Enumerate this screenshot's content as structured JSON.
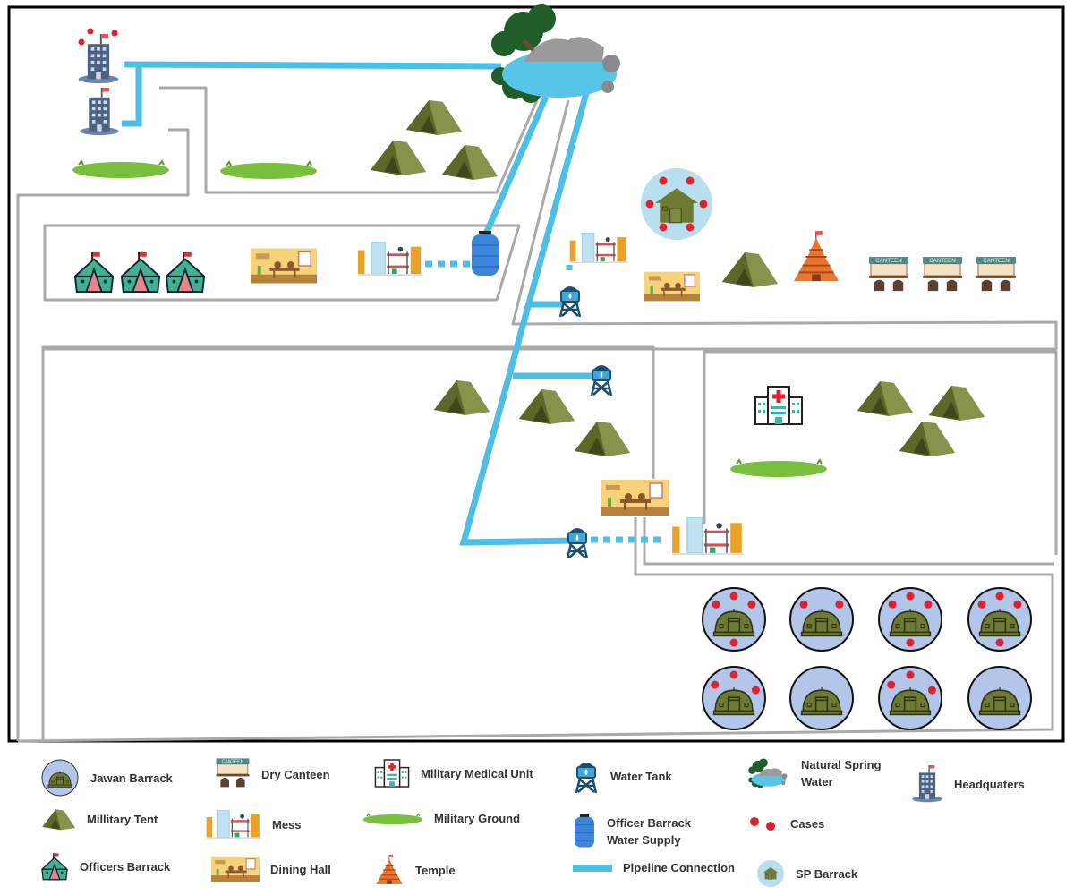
{
  "colors": {
    "pipeline": "#4dbfe6",
    "road": "#a9a9a9",
    "border": "#000000",
    "cases": "#e0222e",
    "barrack_bg": "#b3c6ea",
    "tent": "#6f7a35",
    "officer_tent": "#3fb38f",
    "ground": "#79bf3e",
    "sp_bg": "#b8dff0"
  },
  "canteen_sign": "CANTEEN",
  "map": {
    "jawan_barracks_cases": [
      4,
      2,
      4,
      4,
      3,
      0,
      3,
      0
    ],
    "sp_barrack_cases": 6,
    "headquarters_cases": 3
  },
  "legend": [
    {
      "icon": "jawan-barrack",
      "label": "Jawan Barrack"
    },
    {
      "icon": "military-tent",
      "label": "Millitary Tent"
    },
    {
      "icon": "officers-barrack",
      "label": "Officers Barrack"
    },
    {
      "icon": "dry-canteen",
      "label": "Dry Canteen"
    },
    {
      "icon": "mess",
      "label": "Mess"
    },
    {
      "icon": "dining-hall",
      "label": "Dining Hall"
    },
    {
      "icon": "medical-unit",
      "label": "Military Medical Unit"
    },
    {
      "icon": "military-ground",
      "label": "Military Ground"
    },
    {
      "icon": "temple",
      "label": "Temple"
    },
    {
      "icon": "water-tank",
      "label": "Water Tank"
    },
    {
      "icon": "water-supply",
      "label": "Officer Barrack\nWater Supply"
    },
    {
      "icon": "pipeline",
      "label": "Pipeline Connection"
    },
    {
      "icon": "spring",
      "label": "Natural Spring\nWater"
    },
    {
      "icon": "cases",
      "label": "Cases"
    },
    {
      "icon": "sp-barrack",
      "label": "SP Barrack"
    },
    {
      "icon": "headquarters",
      "label": "Headquaters"
    }
  ]
}
